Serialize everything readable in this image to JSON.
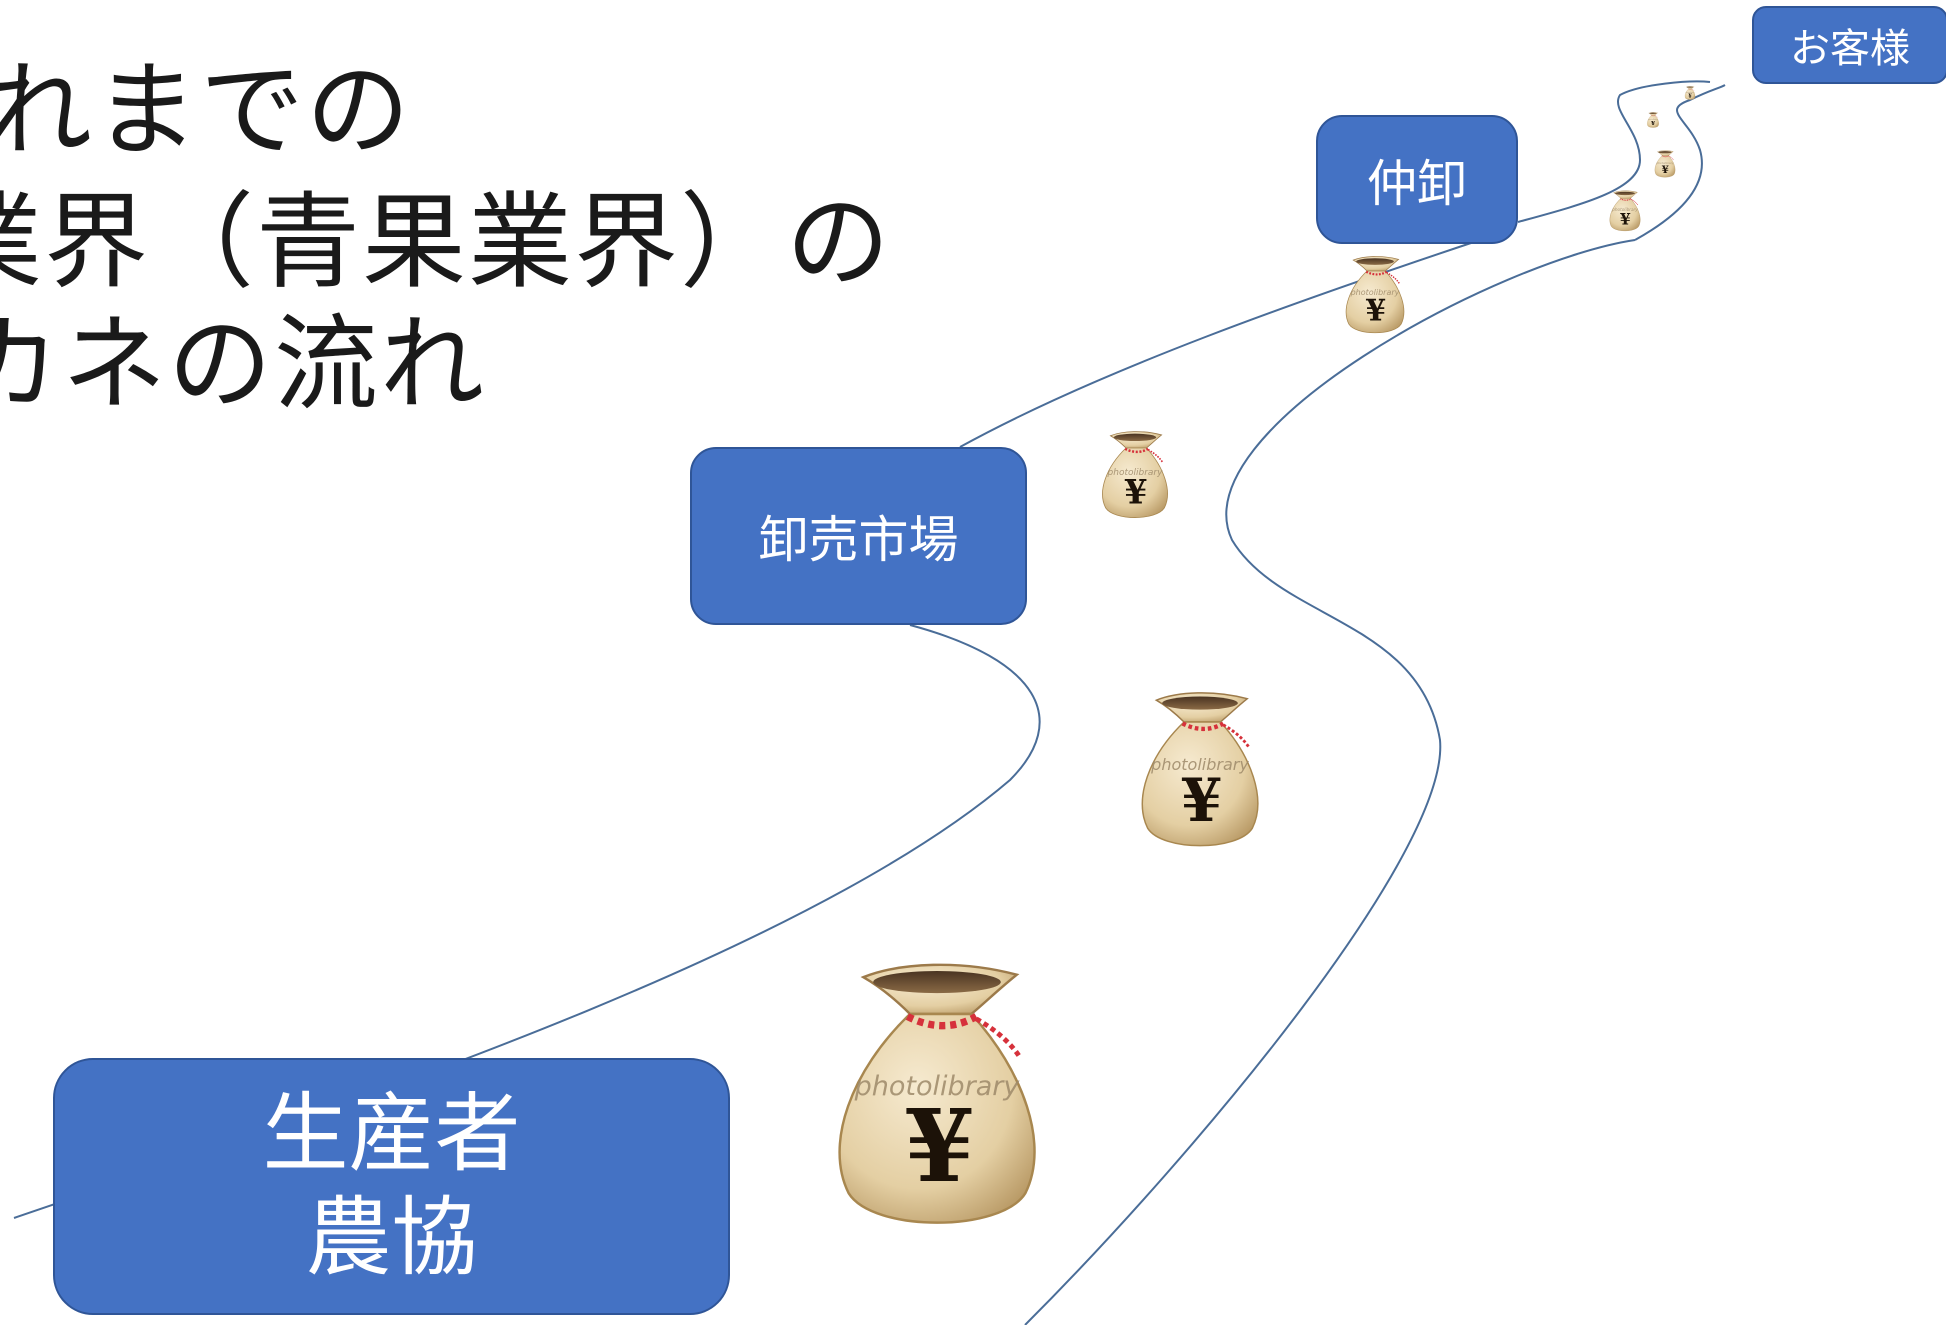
{
  "title": {
    "line1": "れまでの",
    "line2": "業界（青果業界）の",
    "line3": "カネの流れ"
  },
  "boxes": {
    "customer": "お客様",
    "broker": "仲卸",
    "market": "卸売市場",
    "producer_line1": "生産者",
    "producer_line2": "農協"
  },
  "bag": {
    "watermark": "photolibrary",
    "symbol": "¥",
    "icon": "money-bag-icon"
  },
  "colors": {
    "box_fill": "#4472c4",
    "box_border": "#2f5597",
    "road_line": "#4a6d98",
    "bag_body": "#e6d2a8",
    "bag_rope": "#d6313b"
  }
}
